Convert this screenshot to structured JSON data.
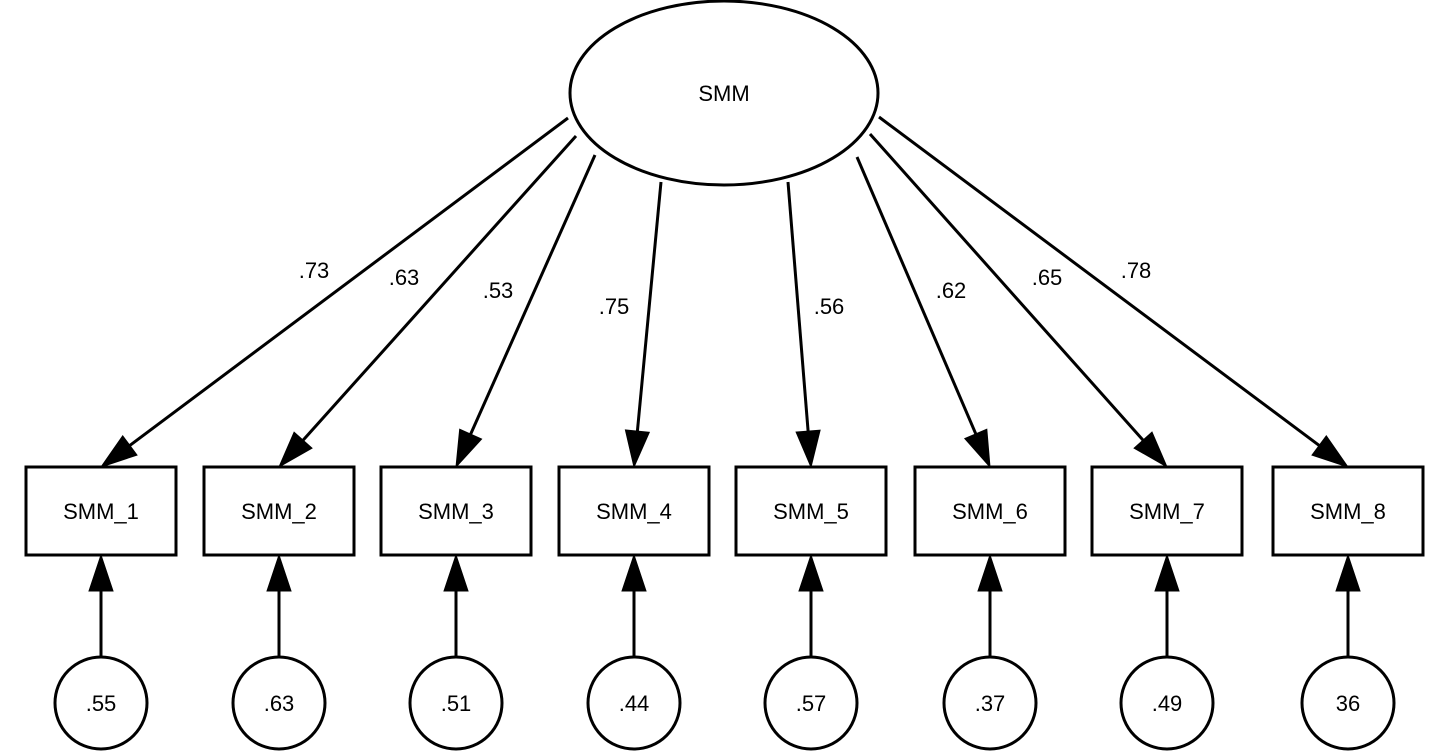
{
  "latent": {
    "label": "SMM"
  },
  "indicators": [
    {
      "label": "SMM_1",
      "loading": ".73",
      "error": ".55"
    },
    {
      "label": "SMM_2",
      "loading": ".63",
      "error": ".63"
    },
    {
      "label": "SMM_3",
      "loading": ".53",
      "error": ".51"
    },
    {
      "label": "SMM_4",
      "loading": ".75",
      "error": ".44"
    },
    {
      "label": "SMM_5",
      "loading": ".56",
      "error": ".57"
    },
    {
      "label": "SMM_6",
      "loading": ".62",
      "error": ".37"
    },
    {
      "label": "SMM_7",
      "loading": ".65",
      "error": ".49"
    },
    {
      "label": "SMM_8",
      "loading": ".78",
      "error": "36"
    }
  ],
  "colors": {
    "stroke": "#000000",
    "background": "#ffffff"
  }
}
